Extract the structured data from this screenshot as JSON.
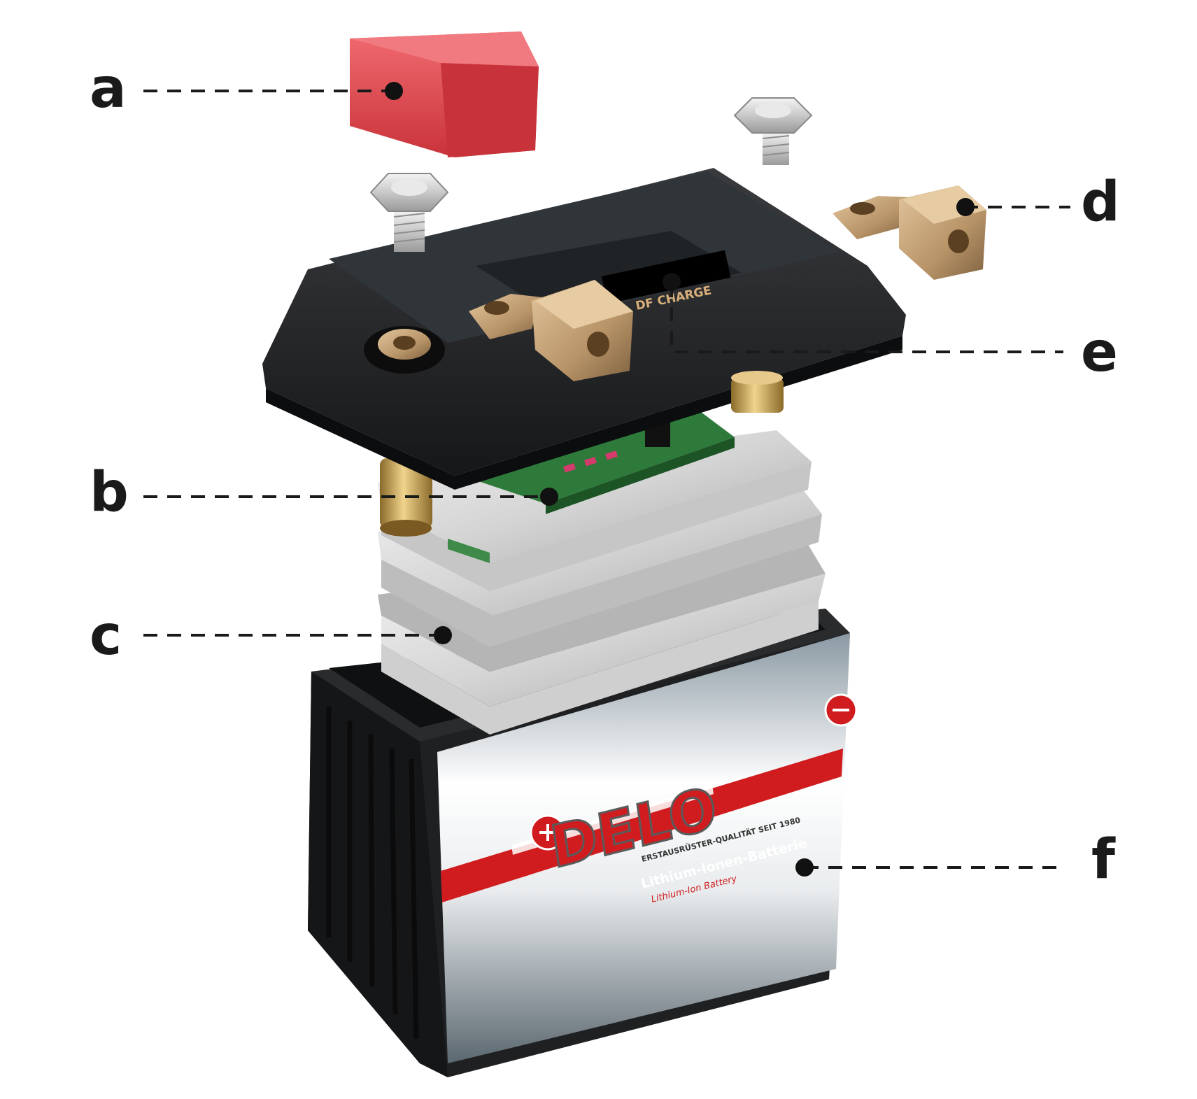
{
  "callouts": {
    "a": "a",
    "b": "b",
    "c": "c",
    "d": "d",
    "e": "e",
    "f": "f"
  },
  "label": {
    "brand": "DELO",
    "tagline": "ERSTAUSRÜSTER-QUALITÄT SEIT 1980",
    "product_de": "Lithium-Ionen-Batterie",
    "product_en": "Lithium-Ion Battery"
  },
  "lid_display": {
    "status": "DF CHARGE"
  },
  "colors": {
    "cap_red": "#e0434a",
    "case_black": "#1e1f21",
    "brass": "#b89468",
    "pcb_green": "#2d7a3a",
    "stripe_red": "#d01c1f"
  }
}
